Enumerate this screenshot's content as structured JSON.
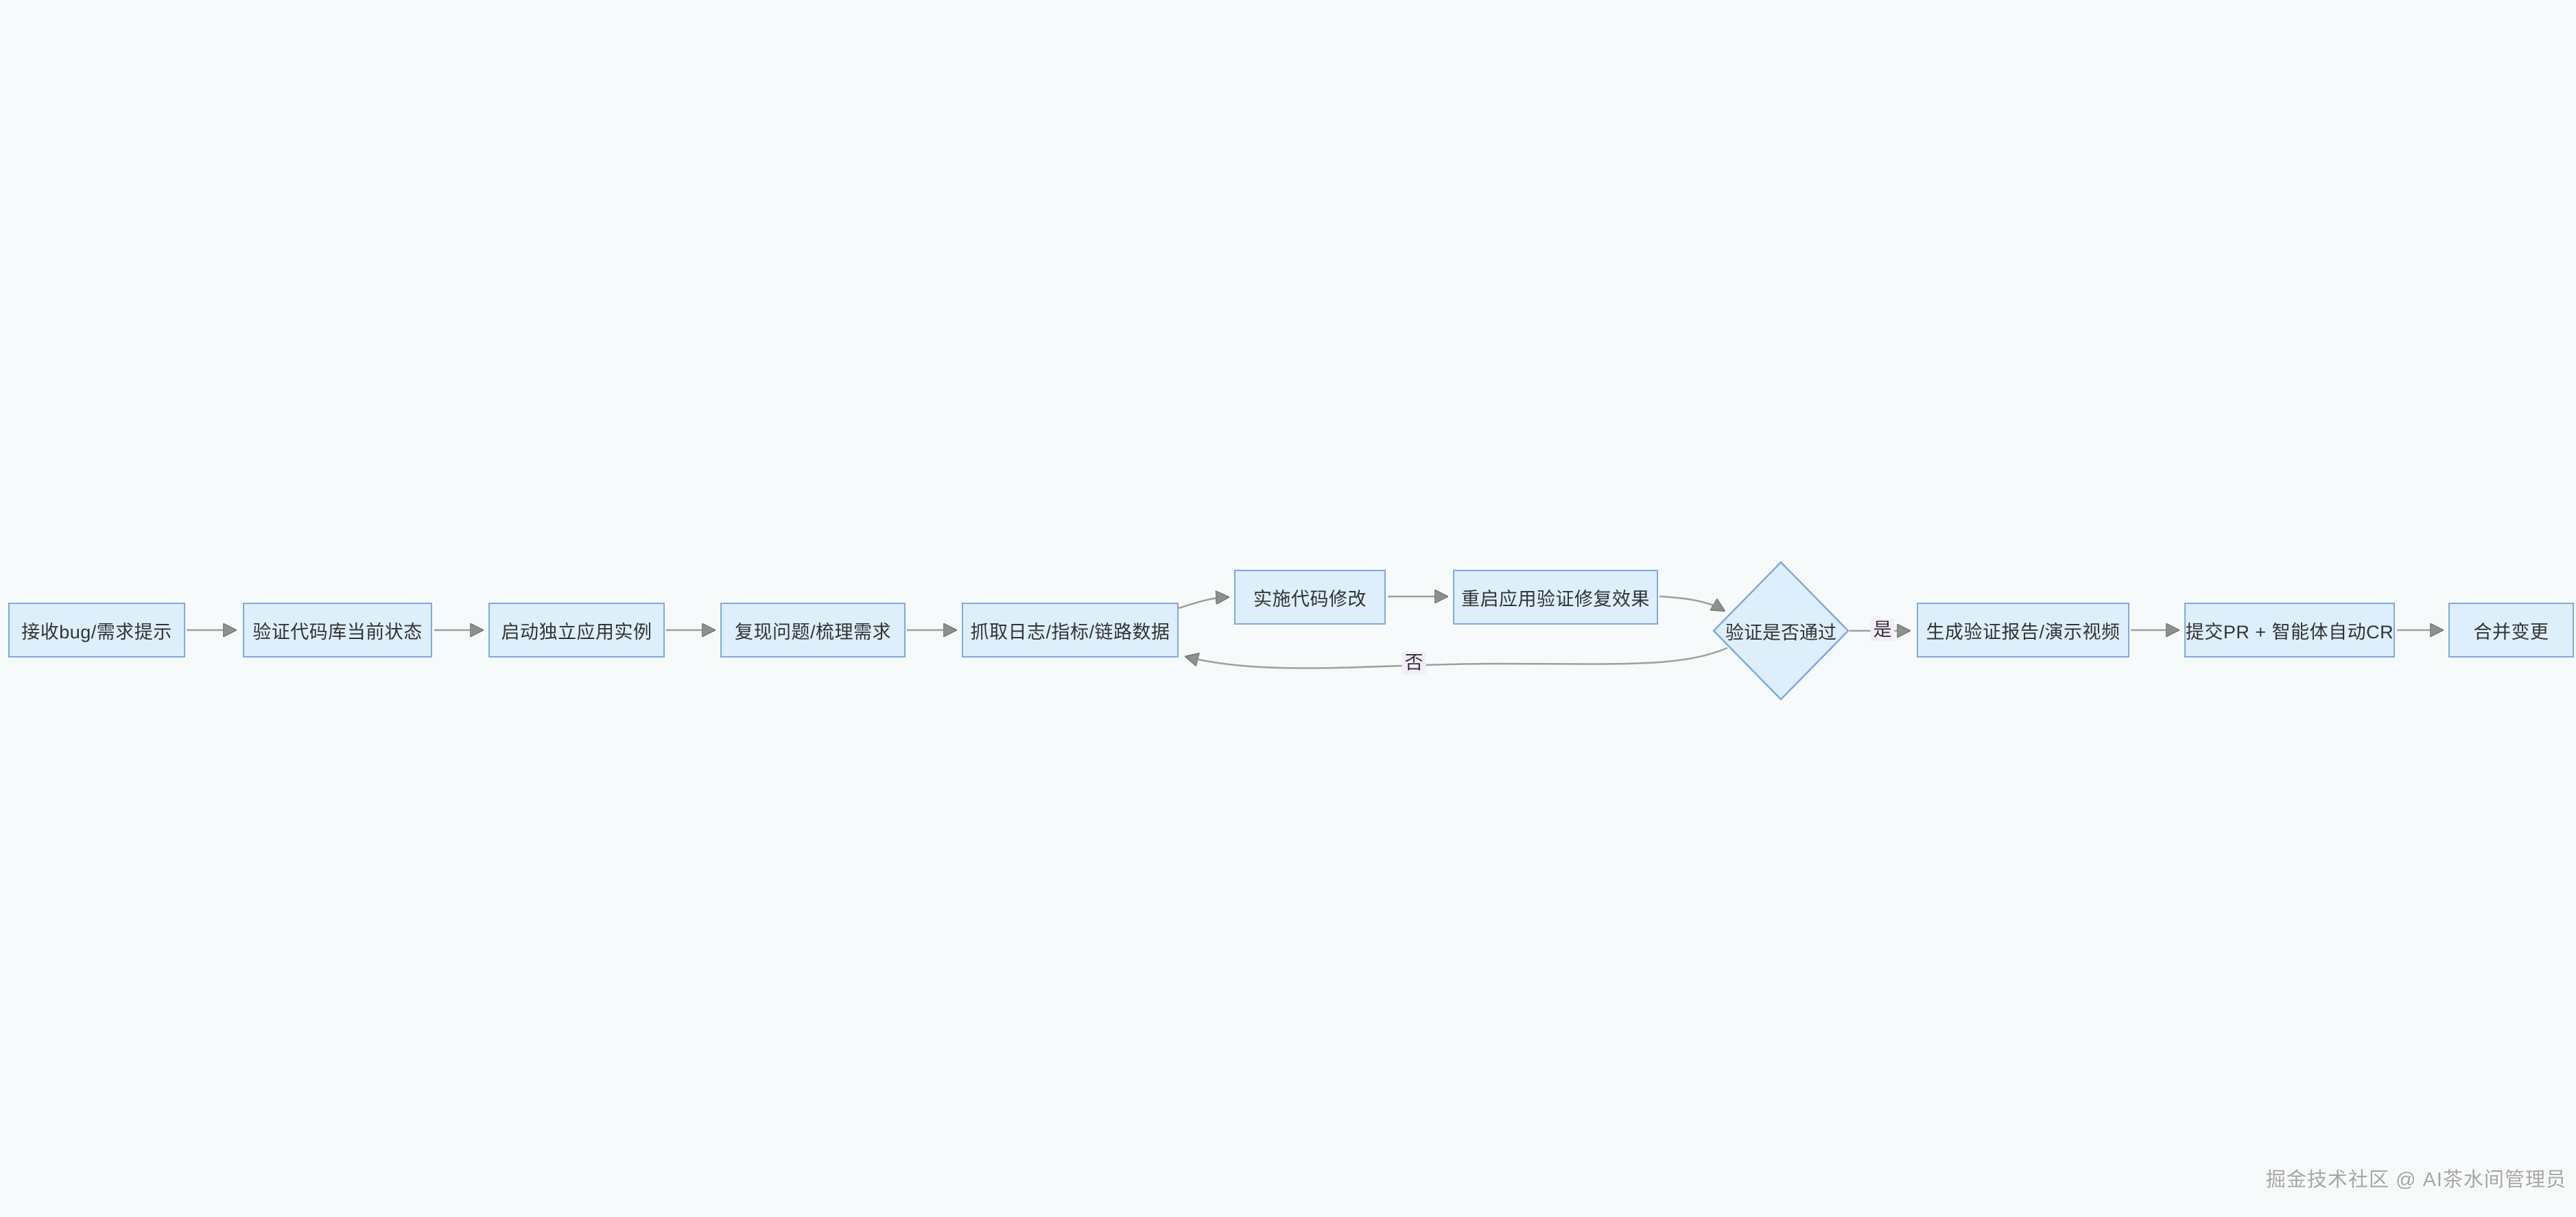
{
  "diagram": {
    "nodes": [
      {
        "id": "receive-bug",
        "label": "接收bug/需求提示",
        "shape": "rect"
      },
      {
        "id": "verify-codebase",
        "label": "验证代码库当前状态",
        "shape": "rect"
      },
      {
        "id": "start-instance",
        "label": "启动独立应用实例",
        "shape": "rect"
      },
      {
        "id": "reproduce-issue",
        "label": "复现问题/梳理需求",
        "shape": "rect"
      },
      {
        "id": "capture-logs",
        "label": "抓取日志/指标/链路数据",
        "shape": "rect"
      },
      {
        "id": "implement-fix",
        "label": "实施代码修改",
        "shape": "rect"
      },
      {
        "id": "restart-verify",
        "label": "重启应用验证修复效果",
        "shape": "rect"
      },
      {
        "id": "verify-pass",
        "label": "验证是否通过",
        "shape": "diamond"
      },
      {
        "id": "generate-report",
        "label": "生成验证报告/演示视频",
        "shape": "rect"
      },
      {
        "id": "submit-pr",
        "label": "提交PR + 智能体自动CR",
        "shape": "rect"
      },
      {
        "id": "merge-change",
        "label": "合并变更",
        "shape": "rect"
      }
    ],
    "edge_labels": {
      "yes": "是",
      "no": "否"
    },
    "colors": {
      "background": "#f7fafb",
      "node_fill": "#ddeffb",
      "node_border": "#7da9e0",
      "edge": "#9e9e9e",
      "arrowhead": "#8f8f8f",
      "text": "#333333",
      "edge_label_bg": "#f3ecf9"
    }
  },
  "footer": {
    "credit": "掘金技术社区 @ AI茶水间管理员"
  }
}
